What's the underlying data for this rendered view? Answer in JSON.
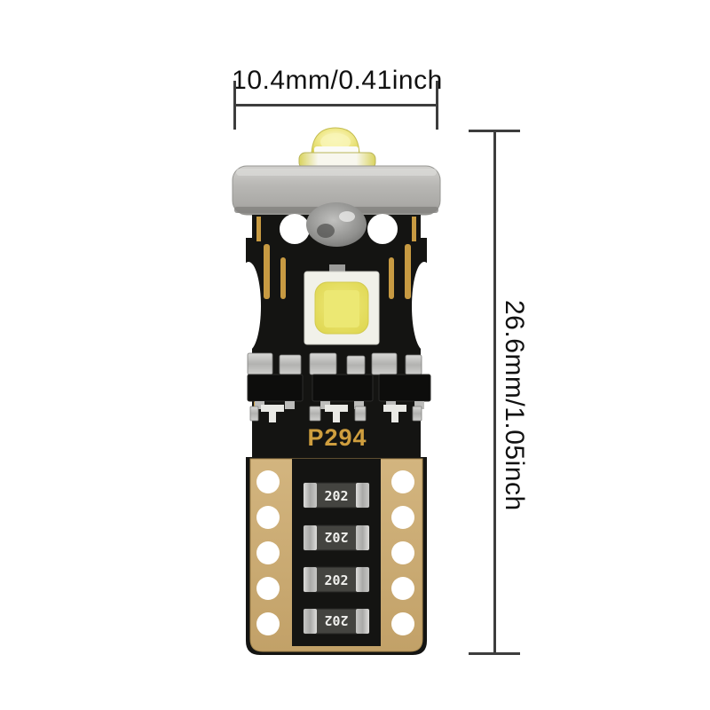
{
  "annotations": {
    "width_label": "10.4mm/0.41inch",
    "height_label": "26.6mm/1.05inch"
  },
  "product": {
    "pcb_marking": "P294",
    "resistor_labels": [
      "202",
      "202",
      "202",
      "202"
    ]
  },
  "colors": {
    "dimension_line": "#3d3d3d",
    "label_text": "#111111",
    "pcb_black": "#141412",
    "base_gold": "#c9aa72",
    "trace_gold": "#c79a42",
    "marking_gold": "#cf9e3e",
    "led_phosphor_yellow": "#e7e062",
    "ceramic_gray": "#b5b4b1",
    "hole_white": "#ffffff"
  }
}
